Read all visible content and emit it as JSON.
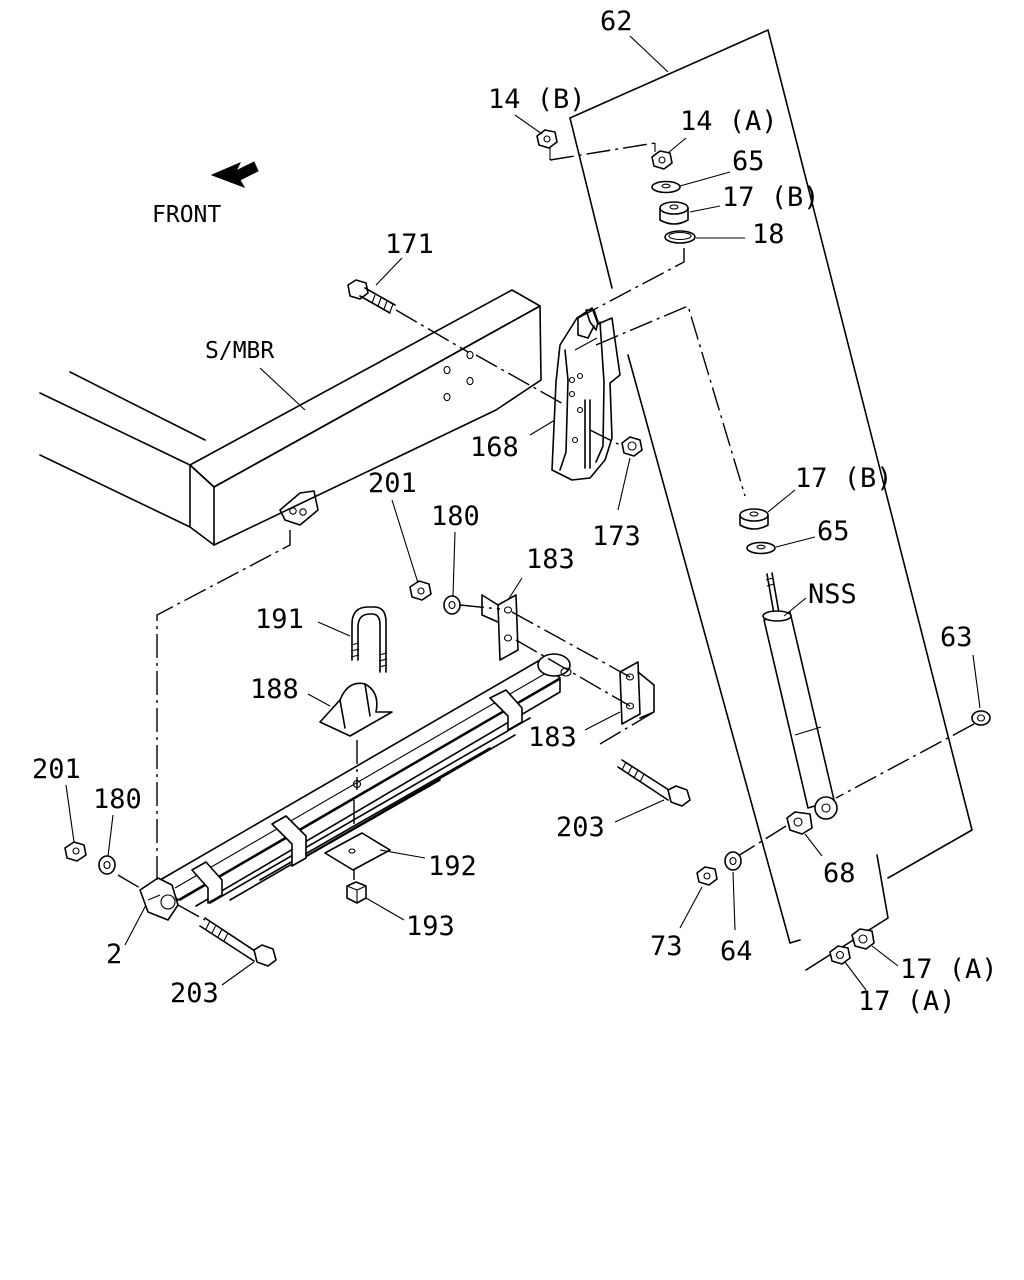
{
  "diagram": {
    "labels": {
      "front": "FRONT",
      "s_mbr": "S/MBR",
      "p62": "62",
      "p14b": "14 (B)",
      "p14a": "14 (A)",
      "p65_top": "65",
      "p17b_top": "17 (B)",
      "p18": "18",
      "p171": "171",
      "p168": "168",
      "p173": "173",
      "p17b_mid": "17 (B)",
      "p65_mid": "65",
      "p201_top": "201",
      "p180_top": "180",
      "p183_top": "183",
      "pNSS": "NSS",
      "p191": "191",
      "p188": "188",
      "p183_bot": "183",
      "p63": "63",
      "p201_left": "201",
      "p180_left": "180",
      "p203_right": "203",
      "p192": "192",
      "p68": "68",
      "p2": "2",
      "p193": "193",
      "p73": "73",
      "p64": "64",
      "p17a_right": "17 (A)",
      "p203_left": "203",
      "p17a_bot": "17 (A)"
    }
  }
}
